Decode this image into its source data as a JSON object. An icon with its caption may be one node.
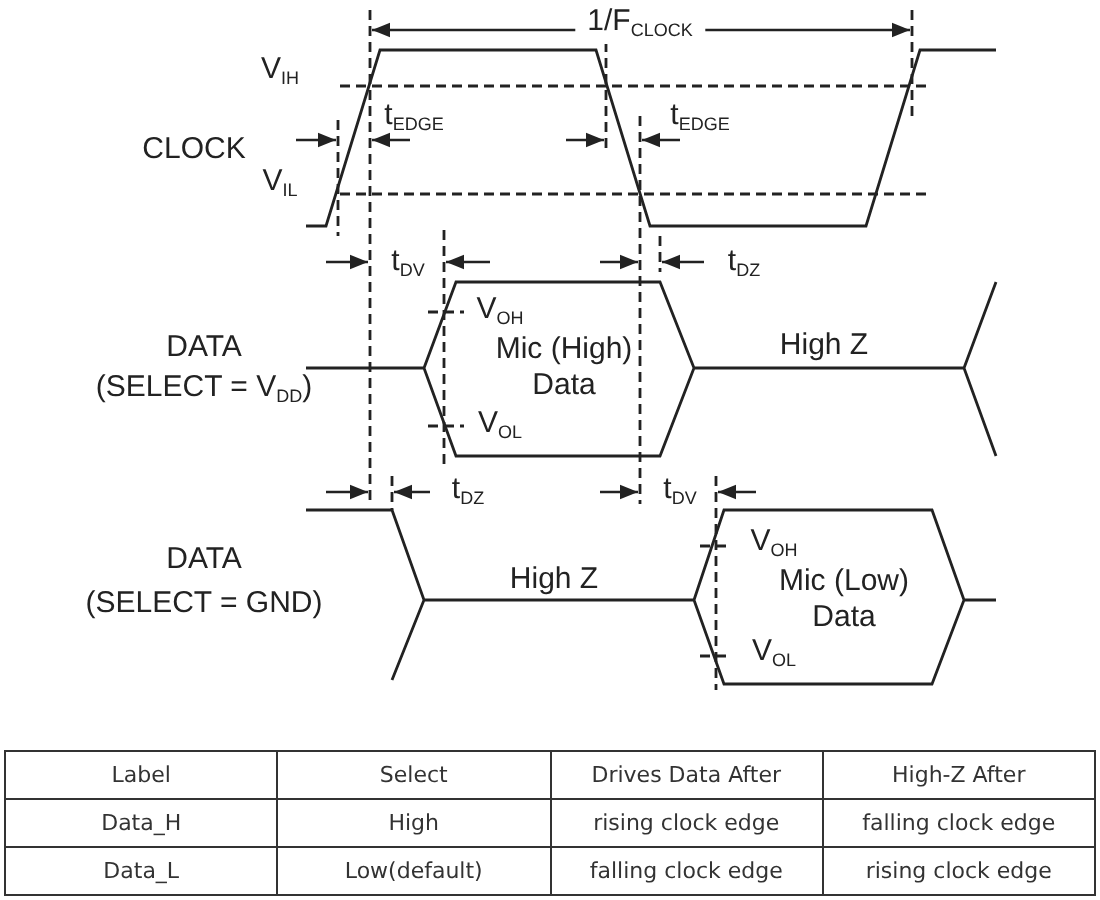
{
  "diagram": {
    "labels": [
      "1/F$_{CLOCK}$",
      "V$_{IH}$",
      "t$_{EDGE}$",
      "t$_{EDGE}$",
      "CLOCK",
      "V$_{IL}$",
      "t$_{DV}$",
      "t$_{DZ}$",
      "V$_{OH}$",
      "DATA",
      "Mic (High) Data",
      "High Z",
      "(SELECT = V$_{DD}$)",
      "V$_{OL}$",
      "t$_{DZ}$",
      "t$_{DV}$",
      "V$_{OH}$",
      "DATA",
      "High Z",
      "Mic (Low) Data",
      "(SELECT = GND)",
      "V$_{OL}$",
      "Label",
      "Select",
      "Drives Data After",
      "High-Z After",
      "Data_H",
      "High",
      "rising clock edge",
      "falling clock edge",
      "Data_L",
      "Low(default)",
      "falling clock edge",
      "rising clock edge"
    ]
  }
}
